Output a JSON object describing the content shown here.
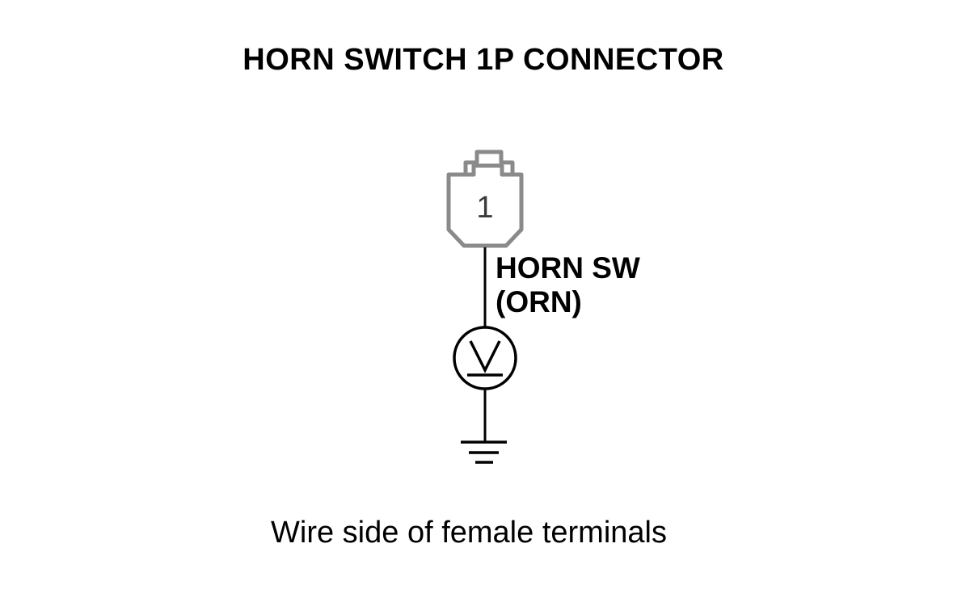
{
  "diagram": {
    "title": "HORN SWITCH 1P CONNECTOR",
    "connector": {
      "terminal_number": "1"
    },
    "wire": {
      "name": "HORN SW",
      "color_code": "(ORN)"
    },
    "meter_symbol": "voltmeter-icon",
    "ground_symbol": "ground-icon",
    "caption": "Wire side of female terminals"
  }
}
